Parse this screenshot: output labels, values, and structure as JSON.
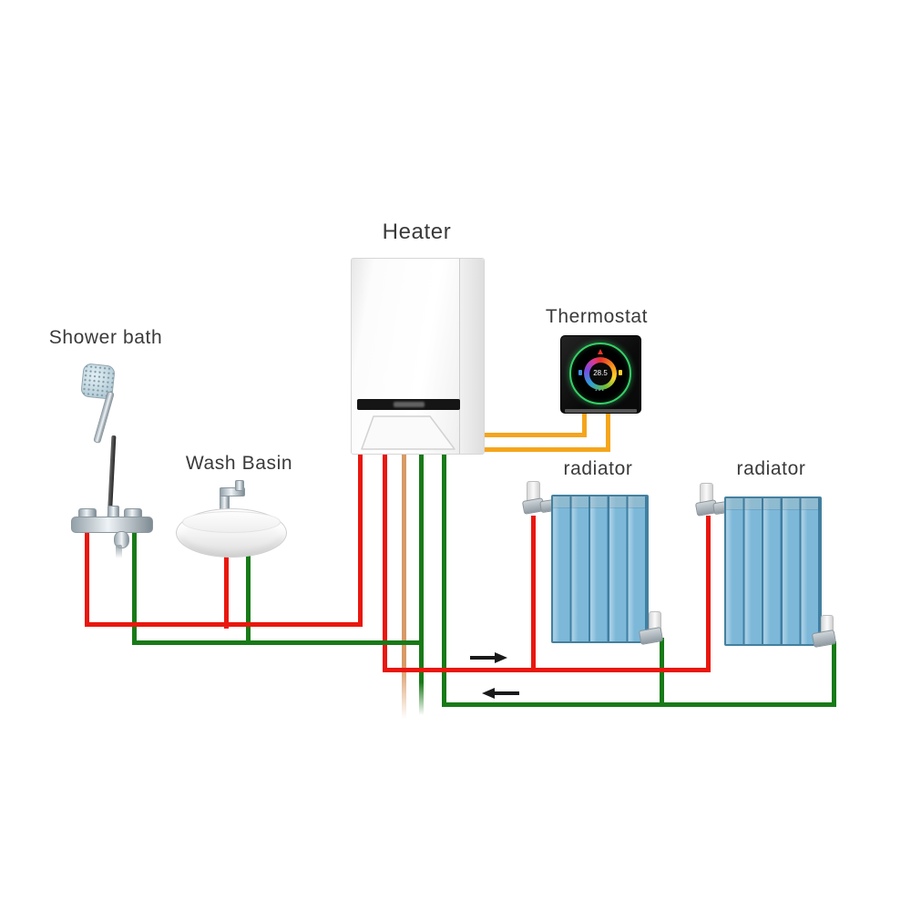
{
  "diagram": {
    "labels": {
      "heater": "Heater",
      "thermostat": "Thermostat",
      "shower": "Shower bath",
      "wash_basin": "Wash Basin",
      "radiator_1": "radiator",
      "radiator_2": "radiator"
    },
    "thermostat_display": {
      "temperature": "28.5"
    }
  },
  "colors": {
    "hot_pipe": "#e9170e",
    "return_pipe": "#187a18",
    "gas_pipe": "#d79a66",
    "wire": "#f5a51d",
    "radiator_fill": "#7db8d9",
    "radiator_band": "#abd4e8",
    "radiator_line": "#3f7fa2",
    "radiator_edge": "#44809f",
    "thermostat_ring": "#35d06a",
    "label_text": "#3a3a3a",
    "arrow": "#1a1a1a"
  }
}
